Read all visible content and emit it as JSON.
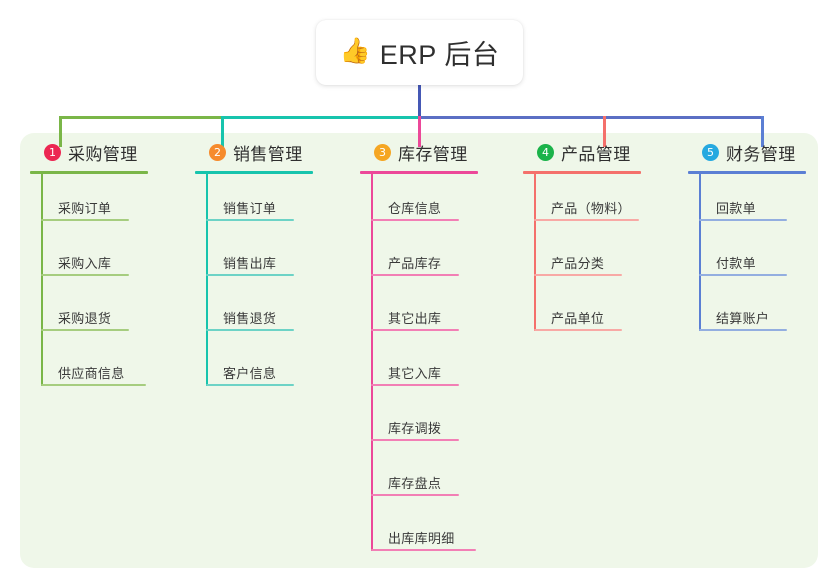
{
  "root": {
    "icon": "thumbs-up-icon",
    "emoji": "👍",
    "title": "ERP 后台"
  },
  "palette": {
    "panel_background": "#eff7e9",
    "page_background": "#ffffff",
    "root_link": "#4558b5",
    "column_colors": [
      "#7ab648",
      "#17c4ad",
      "#ec4899",
      "#f4706b",
      "#5b7fd4"
    ],
    "badge_colors": [
      "#ec2752",
      "#f68b2c",
      "#f5a623",
      "#1bb34a",
      "#26a9e0"
    ],
    "item_rule_colors": [
      "#a6cd7f",
      "#6dd3c6",
      "#f27fb5",
      "#f8a9a5",
      "#93aee0"
    ]
  },
  "columns": [
    {
      "index": "1",
      "badge": "1",
      "title": "采购管理",
      "color": "#7ab648",
      "badge_color": "#ec2752",
      "rule_color": "#a6cd7f",
      "items": [
        {
          "label": "采购订单"
        },
        {
          "label": "采购入库"
        },
        {
          "label": "采购退货"
        },
        {
          "label": "供应商信息"
        }
      ]
    },
    {
      "index": "2",
      "badge": "2",
      "title": "销售管理",
      "color": "#17c4ad",
      "badge_color": "#f68b2c",
      "rule_color": "#6dd3c6",
      "items": [
        {
          "label": "销售订单"
        },
        {
          "label": "销售出库"
        },
        {
          "label": "销售退货"
        },
        {
          "label": "客户信息"
        }
      ]
    },
    {
      "index": "3",
      "badge": "3",
      "title": "库存管理",
      "color": "#ec4899",
      "badge_color": "#f5a623",
      "rule_color": "#f27fb5",
      "items": [
        {
          "label": "仓库信息"
        },
        {
          "label": "产品库存"
        },
        {
          "label": "其它出库"
        },
        {
          "label": "其它入库"
        },
        {
          "label": "库存调拨"
        },
        {
          "label": "库存盘点"
        },
        {
          "label": "出库库明细"
        }
      ]
    },
    {
      "index": "4",
      "badge": "4",
      "title": "产品管理",
      "color": "#f4706b",
      "badge_color": "#1bb34a",
      "rule_color": "#f8a9a5",
      "items": [
        {
          "label": "产品（物料）"
        },
        {
          "label": "产品分类"
        },
        {
          "label": "产品单位"
        }
      ]
    },
    {
      "index": "5",
      "badge": "5",
      "title": "财务管理",
      "color": "#5b7fd4",
      "badge_color": "#26a9e0",
      "rule_color": "#93aee0",
      "items": [
        {
          "label": "回款单"
        },
        {
          "label": "付款单"
        },
        {
          "label": "结算账户"
        }
      ]
    }
  ]
}
